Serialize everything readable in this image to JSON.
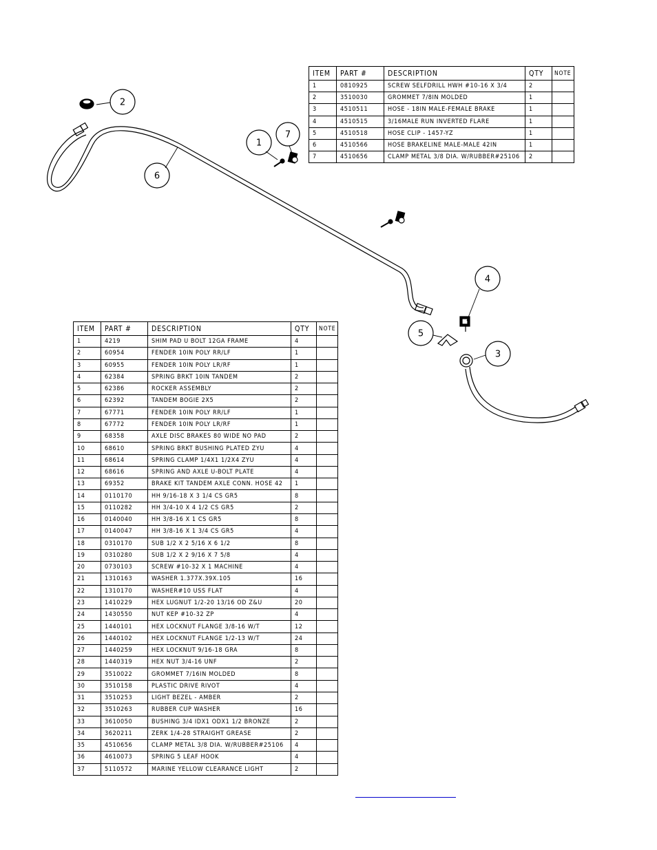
{
  "callouts": [
    "2",
    "1",
    "7",
    "6",
    "4",
    "5",
    "3"
  ],
  "top_table": {
    "headers": {
      "item": "ITEM",
      "part": "PART #",
      "description": "DESCRIPTION",
      "qty": "QTY",
      "note": "NOTE"
    },
    "rows": [
      {
        "item": "1",
        "part": "0810925",
        "description": "SCREW SELFDRILL HWH #10-16 X 3/4",
        "qty": "2",
        "note": ""
      },
      {
        "item": "2",
        "part": "3510030",
        "description": "GROMMET  7/8IN MOLDED",
        "qty": "1",
        "note": ""
      },
      {
        "item": "3",
        "part": "4510511",
        "description": "HOSE - 18IN MALE-FEMALE BRAKE",
        "qty": "1",
        "note": ""
      },
      {
        "item": "4",
        "part": "4510515",
        "description": "3/16MALE RUN INVERTED FLARE",
        "qty": "1",
        "note": ""
      },
      {
        "item": "5",
        "part": "4510518",
        "description": "HOSE CLIP - 1457-YZ",
        "qty": "1",
        "note": ""
      },
      {
        "item": "6",
        "part": "4510566",
        "description": "HOSE BRAKELINE MALE-MALE 42IN",
        "qty": "1",
        "note": ""
      },
      {
        "item": "7",
        "part": "4510656",
        "description": "CLAMP METAL 3/8 DIA. W/RUBBER#25106",
        "qty": "2",
        "note": ""
      }
    ]
  },
  "bottom_table": {
    "headers": {
      "item": "ITEM",
      "part": "PART #",
      "description": "DESCRIPTION",
      "qty": "QTY",
      "note": "NOTE"
    },
    "rows": [
      {
        "item": "1",
        "part": "4219",
        "description": "SHIM PAD   U BOLT 12GA FRAME",
        "qty": "4",
        "note": ""
      },
      {
        "item": "2",
        "part": "60954",
        "description": "FENDER  10IN POLY RR/LF",
        "qty": "1",
        "note": ""
      },
      {
        "item": "3",
        "part": "60955",
        "description": "FENDER  10IN POLY LR/RF",
        "qty": "1",
        "note": ""
      },
      {
        "item": "4",
        "part": "62384",
        "description": "SPRING BRKT   10IN TANDEM",
        "qty": "2",
        "note": ""
      },
      {
        "item": "5",
        "part": "62386",
        "description": "ROCKER ASSEMBLY",
        "qty": "2",
        "note": ""
      },
      {
        "item": "6",
        "part": "62392",
        "description": "TANDEM BOGIE   2X5",
        "qty": "2",
        "note": ""
      },
      {
        "item": "7",
        "part": "67771",
        "description": "FENDER  10IN POLY RR/LF",
        "qty": "1",
        "note": ""
      },
      {
        "item": "8",
        "part": "67772",
        "description": "FENDER  10IN POLY LR/RF",
        "qty": "1",
        "note": ""
      },
      {
        "item": "9",
        "part": "68358",
        "description": "AXLE DISC BRAKES 80 WIDE NO PAD",
        "qty": "2",
        "note": ""
      },
      {
        "item": "10",
        "part": "68610",
        "description": "SPRING BRKT BUSHING PLATED ZYU",
        "qty": "4",
        "note": ""
      },
      {
        "item": "11",
        "part": "68614",
        "description": "SPRING CLAMP   1/4X1 1/2X4  ZYU",
        "qty": "4",
        "note": ""
      },
      {
        "item": "12",
        "part": "68616",
        "description": "SPRING AND AXLE U-BOLT PLATE",
        "qty": "4",
        "note": ""
      },
      {
        "item": "13",
        "part": "69352",
        "description": "BRAKE KIT TANDEM AXLE CONN. HOSE 42",
        "qty": "1",
        "note": ""
      },
      {
        "item": "14",
        "part": "0110170",
        "description": "HH 9/16-18 X 3 1/4 CS GR5",
        "qty": "8",
        "note": ""
      },
      {
        "item": "15",
        "part": "0110282",
        "description": "HH 3/4-10 X 4 1/2 CS GR5",
        "qty": "2",
        "note": ""
      },
      {
        "item": "16",
        "part": "0140040",
        "description": "HH 3/8-16 X 1 CS GR5",
        "qty": "8",
        "note": ""
      },
      {
        "item": "17",
        "part": "0140047",
        "description": "HH 3/8-16 X 1 3/4 CS GR5",
        "qty": "4",
        "note": ""
      },
      {
        "item": "18",
        "part": "0310170",
        "description": "SUB 1/2 X 2 5/16 X 6 1/2",
        "qty": "8",
        "note": ""
      },
      {
        "item": "19",
        "part": "0310280",
        "description": "SUB 1/2 X 2 9/16 X 7 5/8",
        "qty": "4",
        "note": ""
      },
      {
        "item": "20",
        "part": "0730103",
        "description": "SCREW #10-32 X 1 MACHINE",
        "qty": "4",
        "note": ""
      },
      {
        "item": "21",
        "part": "1310163",
        "description": "WASHER 1.377X.39X.105",
        "qty": "16",
        "note": ""
      },
      {
        "item": "22",
        "part": "1310170",
        "description": "WASHER#10 USS FLAT",
        "qty": "4",
        "note": ""
      },
      {
        "item": "23",
        "part": "1410229",
        "description": "HEX LUGNUT 1/2-20 13/16 OD Z&U",
        "qty": "20",
        "note": ""
      },
      {
        "item": "24",
        "part": "1430550",
        "description": "NUT KEP #10-32 ZP",
        "qty": "4",
        "note": ""
      },
      {
        "item": "25",
        "part": "1440101",
        "description": "HEX LOCKNUT FLANGE 3/8-16 W/T",
        "qty": "12",
        "note": ""
      },
      {
        "item": "26",
        "part": "1440102",
        "description": "HEX LOCKNUT FLANGE 1/2-13 W/T",
        "qty": "24",
        "note": ""
      },
      {
        "item": "27",
        "part": "1440259",
        "description": "HEX LOCKNUT 9/16-18 GRA",
        "qty": "8",
        "note": ""
      },
      {
        "item": "28",
        "part": "1440319",
        "description": "HEX NUT 3/4-16 UNF",
        "qty": "2",
        "note": ""
      },
      {
        "item": "29",
        "part": "3510022",
        "description": "GROMMET  7/16IN MOLDED",
        "qty": "8",
        "note": ""
      },
      {
        "item": "30",
        "part": "3510158",
        "description": "PLASTIC DRIVE RIVOT",
        "qty": "4",
        "note": ""
      },
      {
        "item": "31",
        "part": "3510253",
        "description": "LIGHT BEZEL - AMBER",
        "qty": "2",
        "note": ""
      },
      {
        "item": "32",
        "part": "3510263",
        "description": "RUBBER CUP WASHER",
        "qty": "16",
        "note": ""
      },
      {
        "item": "33",
        "part": "3610050",
        "description": "BUSHING  3/4 IDX1 ODX1 1/2 BRONZE",
        "qty": "2",
        "note": ""
      },
      {
        "item": "34",
        "part": "3620211",
        "description": "ZERK  1/4-28 STRAIGHT GREASE",
        "qty": "2",
        "note": ""
      },
      {
        "item": "35",
        "part": "4510656",
        "description": "CLAMP METAL 3/8 DIA. W/RUBBER#25106",
        "qty": "4",
        "note": ""
      },
      {
        "item": "36",
        "part": "4610073",
        "description": "SPRING  5 LEAF HOOK",
        "qty": "4",
        "note": ""
      },
      {
        "item": "37",
        "part": "5110572",
        "description": "MARINE YELLOW CLEARANCE LIGHT",
        "qty": "2",
        "note": ""
      }
    ]
  }
}
